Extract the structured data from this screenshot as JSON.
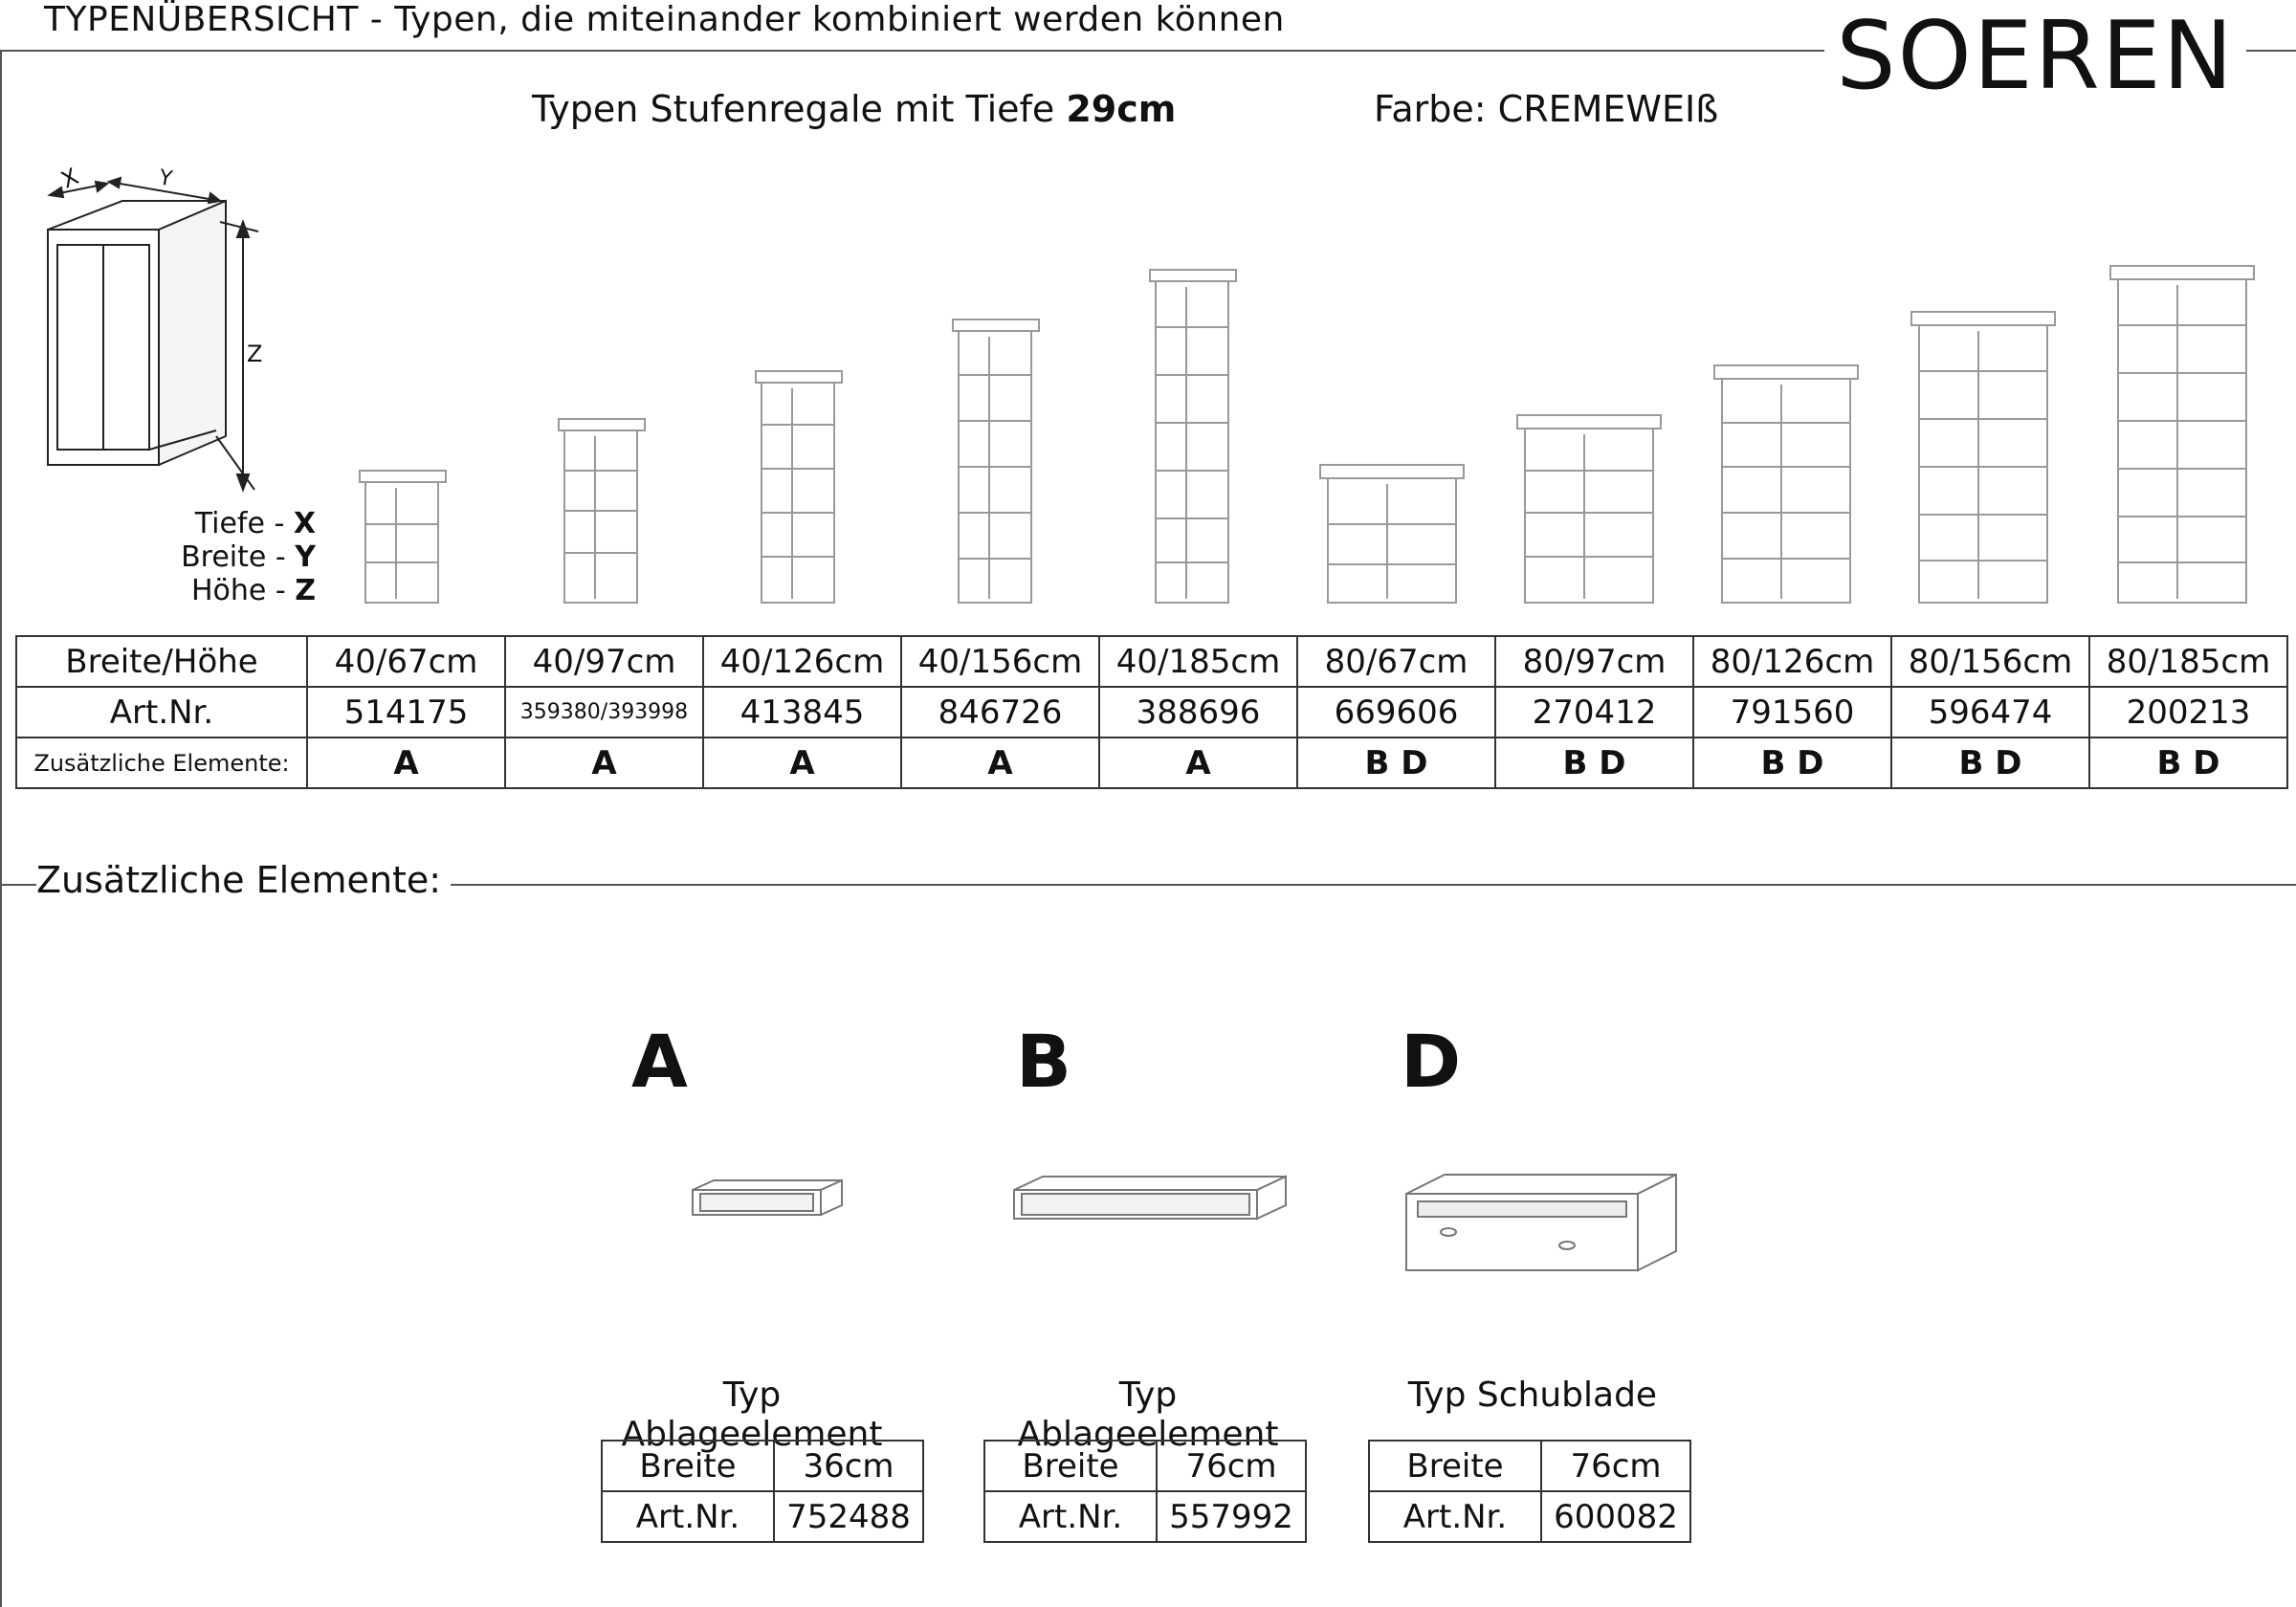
{
  "header": {
    "title": "TYPENÜBERSICHT - Typen, die miteinander kombiniert werden können",
    "brand": "SOEREN"
  },
  "subheader": {
    "types_prefix": "Typen Stufenregale mit Tiefe ",
    "types_depth": "29cm",
    "color": "Farbe: CREMEWEIß"
  },
  "dimension_diagram": {
    "labels": {
      "x": "X",
      "y": "Y",
      "z": "Z"
    },
    "legend": [
      {
        "name": "Tiefe - ",
        "axis": "X"
      },
      {
        "name": "Breite - ",
        "axis": "Y"
      },
      {
        "name": "Höhe - ",
        "axis": "Z"
      }
    ]
  },
  "main_table": {
    "row_labels": {
      "size": "Breite/Höhe",
      "art": "Art.Nr.",
      "extra": "Zusätzliche Elemente:"
    },
    "columns": [
      {
        "size": "40/67cm",
        "art": "514175",
        "extra": "A"
      },
      {
        "size": "40/97cm",
        "art": "359380/393998",
        "extra": "A"
      },
      {
        "size": "40/126cm",
        "art": "413845",
        "extra": "A"
      },
      {
        "size": "40/156cm",
        "art": "846726",
        "extra": "A"
      },
      {
        "size": "40/185cm",
        "art": "388696",
        "extra": "A"
      },
      {
        "size": "80/67cm",
        "art": "669606",
        "extra": "B D"
      },
      {
        "size": "80/97cm",
        "art": "270412",
        "extra": "B D"
      },
      {
        "size": "80/126cm",
        "art": "791560",
        "extra": "B D"
      },
      {
        "size": "80/156cm",
        "art": "596474",
        "extra": "B D"
      },
      {
        "size": "80/185cm",
        "art": "200213",
        "extra": "B D"
      }
    ]
  },
  "additional": {
    "section_label": "Zusätzliche Elemente:",
    "items": [
      {
        "letter": "A",
        "caption": "Typ Ablageelement",
        "width_label": "Breite",
        "width": "36cm",
        "art_label": "Art.Nr.",
        "art": "752488"
      },
      {
        "letter": "B",
        "caption": "Typ Ablageelement",
        "width_label": "Breite",
        "width": "76cm",
        "art_label": "Art.Nr.",
        "art": "557992"
      },
      {
        "letter": "D",
        "caption": "Typ Schublade",
        "width_label": "Breite",
        "width": "76cm",
        "art_label": "Art.Nr.",
        "art": "600082"
      }
    ]
  }
}
